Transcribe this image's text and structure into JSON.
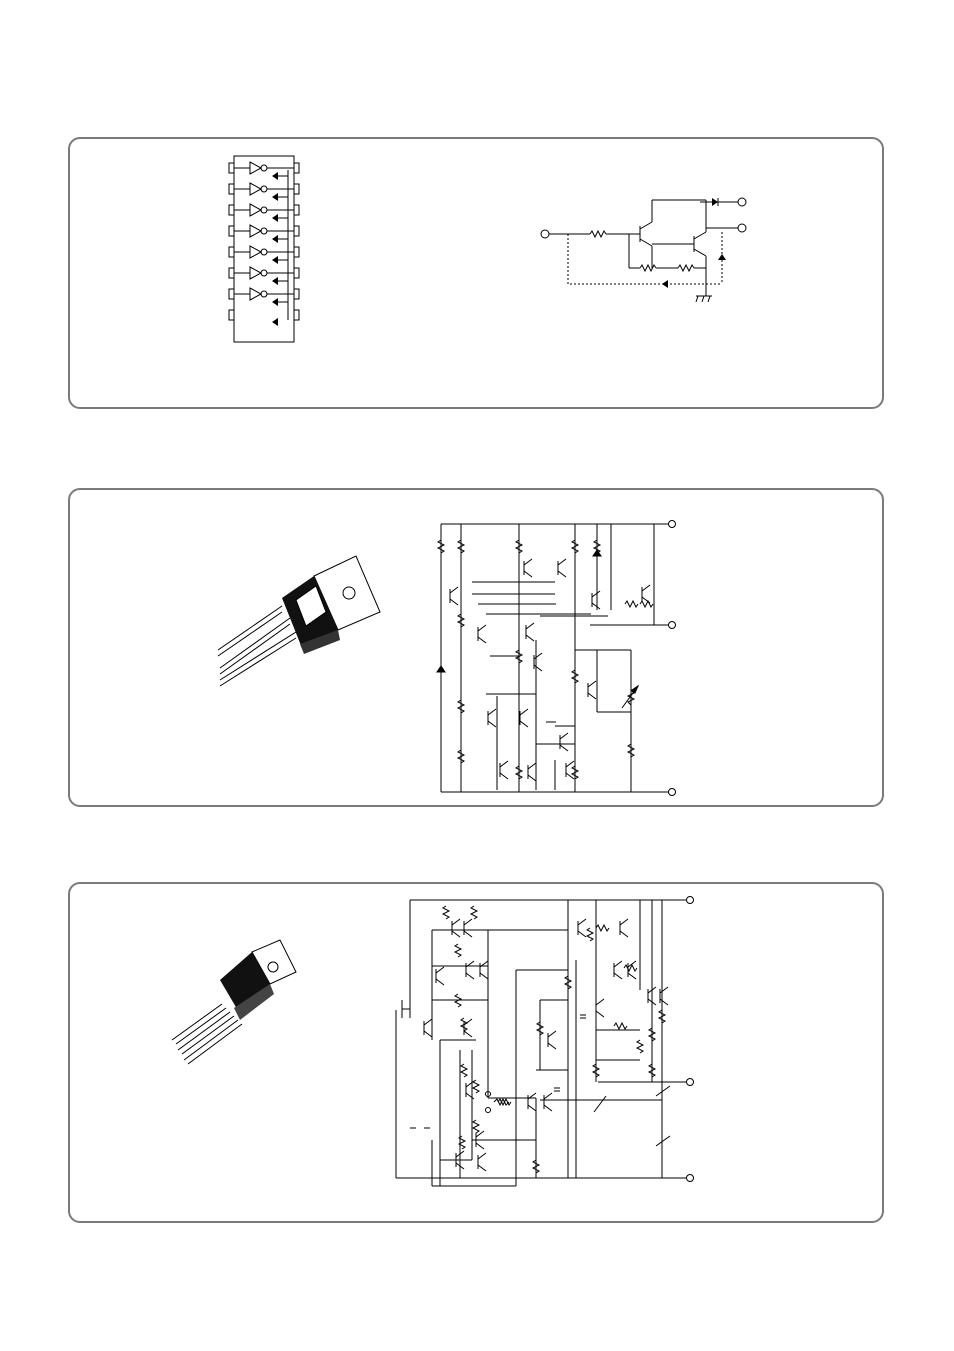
{
  "figures": [
    {
      "id": "driver-array",
      "package_icon": "dip-16-package-icon",
      "schematic": "darlington-driver-schematic"
    },
    {
      "id": "regulator-to220-4pin",
      "package_icon": "to220-package-icon",
      "schematic": "regulator-schematic"
    },
    {
      "id": "regulator-to220-3pin",
      "package_icon": "to220-package-icon",
      "schematic": "regulator-schematic"
    }
  ]
}
